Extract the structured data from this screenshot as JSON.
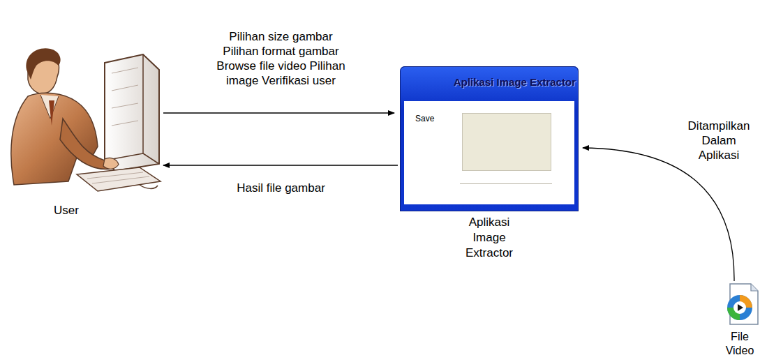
{
  "diagram": {
    "nodes": [
      {
        "text": [
          "User"
        ]
      },
      {
        "text": [
          "Aplikasi Image Extractor",
          "Save",
          "Aplikasi Image Extractor"
        ]
      },
      {
        "text": [
          "File Video"
        ]
      }
    ],
    "edges": [
      {
        "from": 0,
        "to": 1,
        "arrow": "to",
        "label": "Pilihan size gambar Pilihan format gambar Browse file video Pilihan image Verifikasi user"
      },
      {
        "from": 1,
        "to": 0,
        "arrow": "to",
        "label": "Hasil file gambar"
      },
      {
        "from": 2,
        "to": 1,
        "arrow": "to",
        "label": "Ditampilkan Dalam Aplikasi"
      }
    ]
  }
}
